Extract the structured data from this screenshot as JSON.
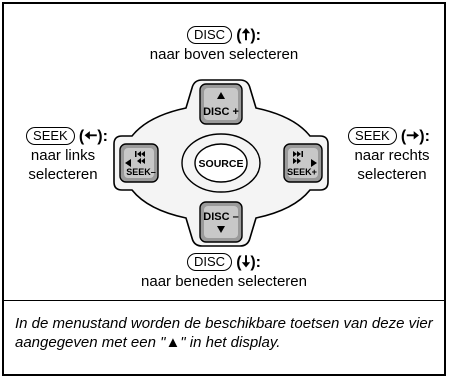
{
  "top": {
    "key": "DISC",
    "arrow": "(🠅):",
    "desc": "naar boven selecteren"
  },
  "left": {
    "key": "SEEK",
    "arrow": "(🠄):",
    "desc1": "naar links",
    "desc2": "selecteren"
  },
  "right": {
    "key": "SEEK",
    "arrow": "(🠆):",
    "desc1": "naar rechts",
    "desc2": "selecteren"
  },
  "bottom": {
    "key": "DISC",
    "arrow": "(🠇):",
    "desc": "naar beneden selecteren"
  },
  "controller": {
    "center_label": "SOURCE",
    "up_label": "DISC +",
    "down_label": "DISC –",
    "left_label": "SEEK–",
    "right_label": "SEEK+"
  },
  "note": "In de menustand worden de beschikbare toetsen van deze vier aangegeven met een \"▲\" in het display."
}
